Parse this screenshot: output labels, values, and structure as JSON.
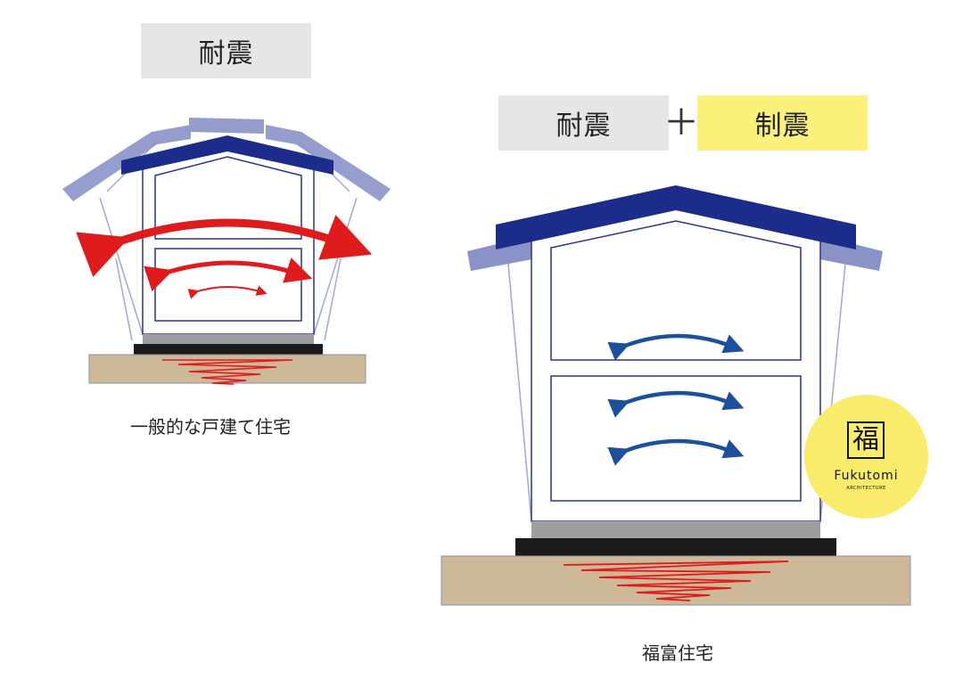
{
  "left": {
    "label": "耐震",
    "caption": "一般的な戸建て住宅"
  },
  "right": {
    "label_a": "耐震",
    "plus": "＋",
    "label_b": "制震",
    "caption": "福富住宅"
  },
  "logo": {
    "mark": "福",
    "name": "Fukutomi",
    "sub": "ARCHITECTURE"
  },
  "colors": {
    "roof": "#1c2c8a",
    "roof_ghost": "#8a93c8",
    "arrow_red": "#e01b1b",
    "arrow_blue": "#1c4f9c",
    "ground": "#cdb898",
    "foundation": "#1a1a1a",
    "sill": "#9e9e9e",
    "label_gray": "#e7e5e5",
    "label_yellow": "#faf07a",
    "logo_bg": "#f8ec6a"
  }
}
